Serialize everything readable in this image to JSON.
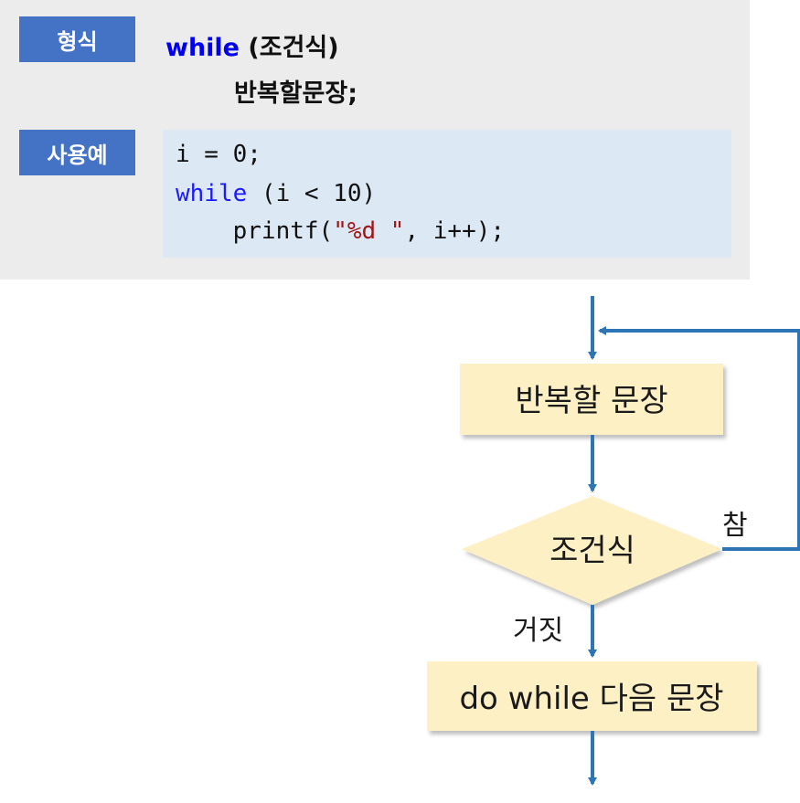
{
  "syntax": {
    "form_label": "형식",
    "example_label": "사용예",
    "form_keyword": "while",
    "form_condition": " (조건식)",
    "form_body": "반복할문장;",
    "code": {
      "line1": "i = 0;",
      "line2_kw": "while",
      "line2_rest": " (i < 10)",
      "line3_indent": "    printf(",
      "line3_str": "\"%d \"",
      "line3_rest": ", i++);"
    }
  },
  "flowchart": {
    "statement_box": "반복할 문장",
    "condition": "조건식",
    "true_label": "참",
    "false_label": "거짓",
    "next_box": "do while 다음 문장"
  },
  "colors": {
    "arrow": "#2e75b6",
    "box_fill": "#fdf0c5",
    "tag_fill": "#4472c4",
    "panel_bg": "#ececec",
    "code_bg": "#dde8f5"
  }
}
